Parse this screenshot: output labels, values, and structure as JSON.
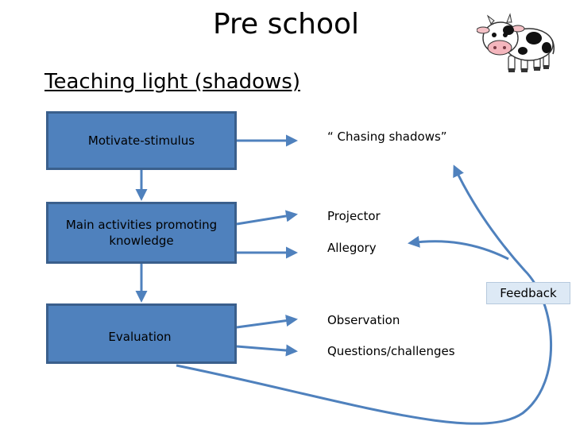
{
  "title": "Pre school",
  "subtitle": "Teaching light (shadows)",
  "boxes": {
    "motivate": "Motivate-stimulus",
    "main_line1": "Main activities promoting",
    "main_line2": "knowledge",
    "evaluation": "Evaluation"
  },
  "labels": {
    "chasing": "“ Chasing shadows”",
    "projector": "Projector",
    "allegory": "Allegory",
    "observation": "Observation",
    "questions": "Questions/challenges"
  },
  "feedback": "Feedback",
  "colors": {
    "box_fill": "#4f81bd",
    "box_border": "#3a5f8c",
    "arrow": "#4f81bd",
    "feedback_fill": "#dde9f5"
  },
  "icons": [
    "cow-icon"
  ]
}
